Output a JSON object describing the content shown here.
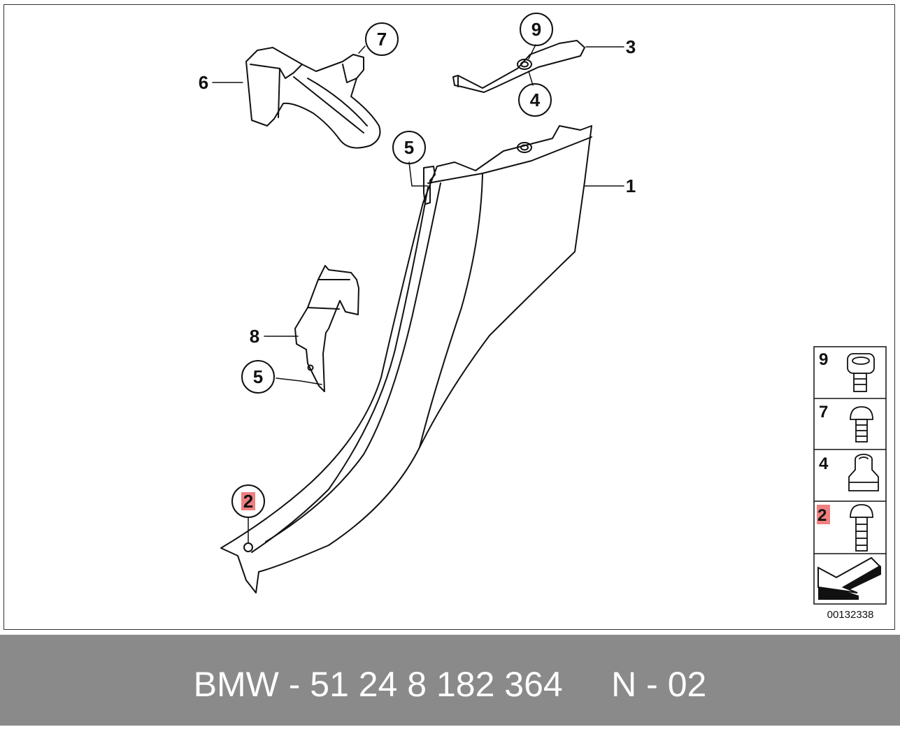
{
  "callouts": {
    "c1": "1",
    "c2": "2",
    "c3": "3",
    "c4": "4",
    "c5a": "5",
    "c5b": "5",
    "c6": "6",
    "c7": "7",
    "c8": "8",
    "c9": "9"
  },
  "sidebar": {
    "items": [
      {
        "number": "9",
        "part": "collar-screw"
      },
      {
        "number": "7",
        "part": "screw"
      },
      {
        "number": "4",
        "part": "expanding-nut"
      },
      {
        "number": "2",
        "part": "long-screw"
      },
      {
        "number": "",
        "part": "arrow-symbol"
      }
    ],
    "catalog_number": "00132338"
  },
  "footer": {
    "title": "BMW - 51 24 8 182 364     N - 02"
  },
  "colors": {
    "background": "#ffffff",
    "line": "#111111",
    "highlight": "#f08080",
    "footer_bg": "#8a8a8a",
    "footer_text": "#ffffff"
  }
}
